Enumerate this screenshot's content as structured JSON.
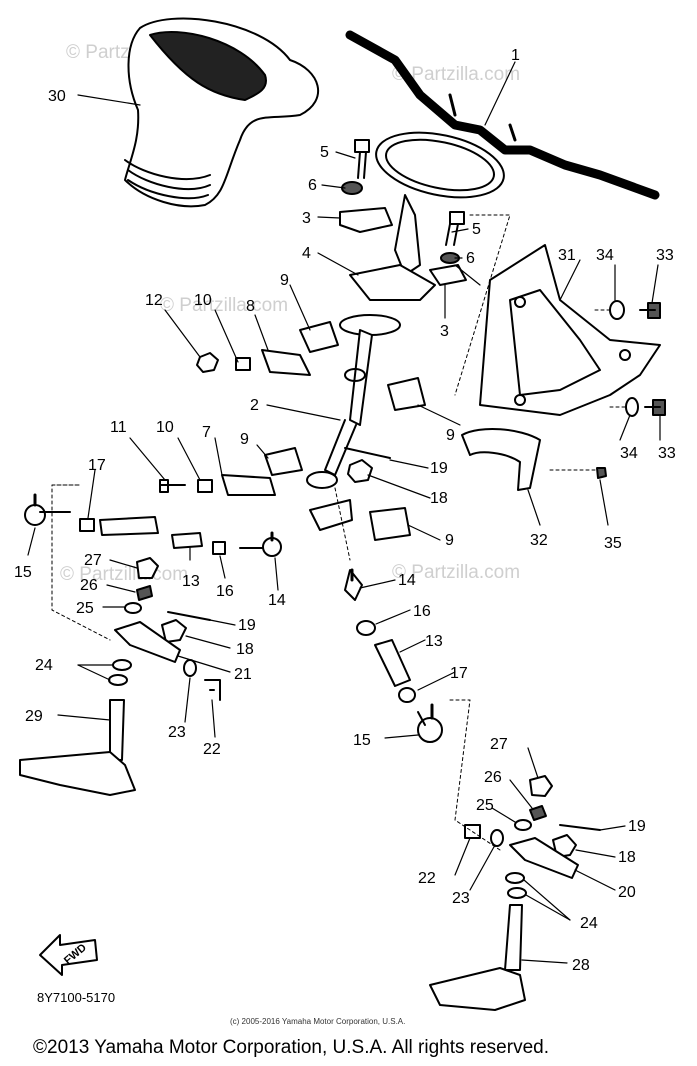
{
  "watermarks": [
    "© Partzilla.com",
    "© Partzilla.com",
    "© Partzilla.com",
    "© Partzilla.com",
    "© Partzilla.com"
  ],
  "fwd_label": "FWD",
  "diagram_code": "8Y7100-5170",
  "small_copyright": "(c) 2005-2016 Yamaha Motor Corporation, U.S.A.",
  "footer_copyright": "©2013 Yamaha Motor Corporation, U.S.A. All rights reserved.",
  "callouts": [
    "1",
    "2",
    "3",
    "3",
    "4",
    "5",
    "5",
    "6",
    "6",
    "7",
    "8",
    "9",
    "9",
    "9",
    "9",
    "10",
    "10",
    "11",
    "12",
    "13",
    "13",
    "14",
    "14",
    "15",
    "15",
    "16",
    "16",
    "17",
    "17",
    "18",
    "18",
    "18",
    "19",
    "19",
    "19",
    "20",
    "21",
    "22",
    "22",
    "23",
    "23",
    "24",
    "24",
    "25",
    "25",
    "26",
    "26",
    "27",
    "27",
    "28",
    "29",
    "30",
    "31",
    "32",
    "33",
    "33",
    "34",
    "34",
    "35"
  ]
}
